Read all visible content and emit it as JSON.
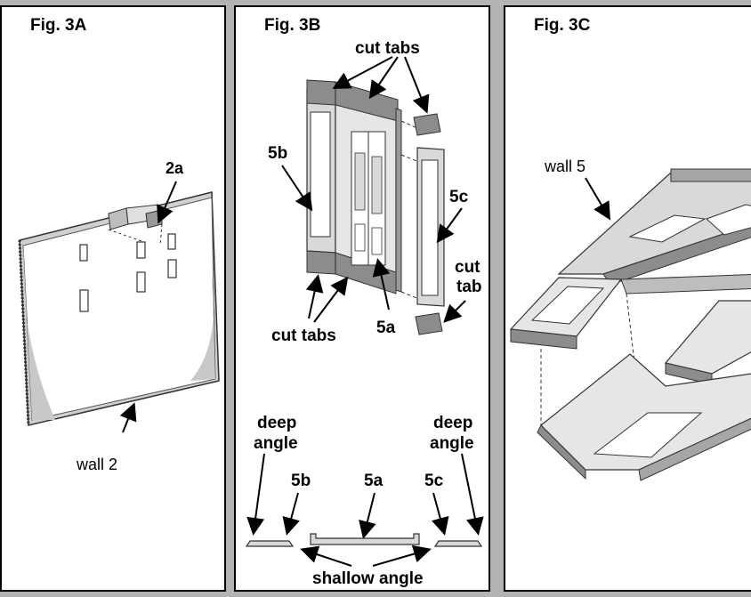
{
  "panels": [
    {
      "figure": "Fig. 3A",
      "labels": {
        "part": "2a",
        "wall": "wall 2"
      }
    },
    {
      "figure": "Fig. 3B",
      "labels": {
        "cut_tabs_top": "cut tabs",
        "part_5b": "5b",
        "part_5c": "5c",
        "cut_tab_1": "cut",
        "cut_tab_2": "tab",
        "cut_tabs_bottom": "cut tabs",
        "part_5a": "5a",
        "deep_angle_left_1": "deep",
        "deep_angle_left_2": "angle",
        "deep_angle_right_1": "deep",
        "deep_angle_right_2": "angle",
        "profile_5b": "5b",
        "profile_5a": "5a",
        "profile_5c": "5c",
        "shallow_angle": "shallow angle"
      }
    },
    {
      "figure": "Fig. 3C",
      "labels": {
        "wall": "wall 5"
      }
    }
  ],
  "colors": {
    "background": "#b3b3b3",
    "panel": "#ffffff",
    "part_fill": "#d9d9d9",
    "part_dark": "#8c8c8c"
  }
}
